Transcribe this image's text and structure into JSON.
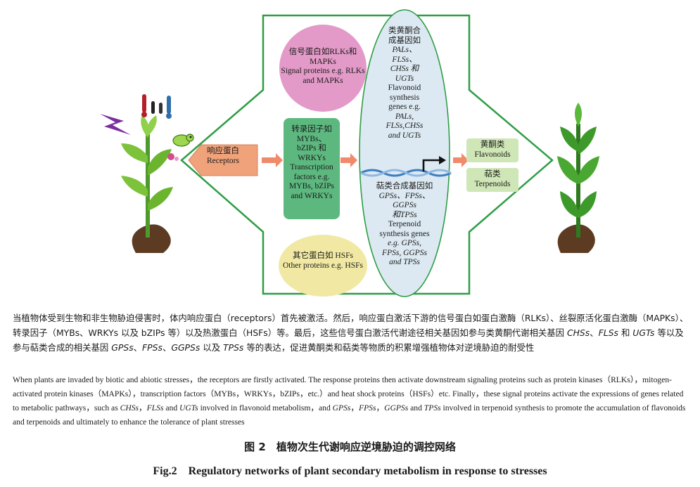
{
  "diagram": {
    "receptors": {
      "zh": "响应蛋白",
      "en": "Receptors"
    },
    "signal": {
      "zh": "信号蛋白如RLKs和",
      "zh2": "MAPKs",
      "en1": "Signal proteins e.g. RLKs",
      "en2": "and MAPKs"
    },
    "tf": {
      "lines": [
        "转录因子如",
        "MYBs、",
        "bZIPs 和",
        "WRKYs",
        "Transcription",
        "factors e.g.",
        "MYBs, bZIPs",
        "and WRKYs"
      ]
    },
    "other": {
      "zh": "其它蛋白如 HSFs",
      "en": "Other proteins e.g. HSFs"
    },
    "flavonoid_genes": {
      "lines": [
        "类黄酮合",
        "成基因如",
        "PALs、",
        "FLSs、",
        "CHSs 和",
        "UGTs",
        "Flavonoid",
        "synthesis",
        "genes e.g.",
        "PALs,",
        "FLSs,CHSs",
        "and UGTs"
      ]
    },
    "terpenoid_genes": {
      "lines": [
        "萜类合成基因如",
        "GPSs、FPSs、",
        "GGPSs",
        "和TPSs",
        "Terpenoid",
        "synthesis genes",
        "e.g. GPSs,",
        "FPSs, GGPSs",
        "and TPSs"
      ]
    },
    "flavonoids": {
      "zh": "黄酮类",
      "en": "Flavonoids"
    },
    "terpenoids": {
      "zh": "萜类",
      "en": "Terpenoids"
    },
    "colors": {
      "green_outline": "#2e9e46",
      "receptor_fill": "#f0a27a",
      "signal_fill": "#e39ac8",
      "tf_fill": "#5db87f",
      "other_fill": "#f1e9a3",
      "ellipse_fill": "#dce9f2",
      "product_fill": "#cfe6b6",
      "arrow_fill": "#ef8a6a"
    },
    "icons": [
      "plant-stressed-icon",
      "lightning-icon",
      "thermometer-icon",
      "insect-icon",
      "pathogen-icon",
      "plant-healthy-icon",
      "dna-icon"
    ]
  },
  "caption": {
    "zh_parts": [
      "当植物体受到生物和非生物胁迫侵害时，体内响应蛋白（receptors）首先被激活。然后，响应蛋白激活下游的信号蛋白如蛋白激酶（RLKs）、丝裂原活化蛋白激酶（MAPKs）、转录因子（MYBs、WRKYs 以及 bZIPs 等）以及热激蛋白（HSFs）等。最后，这些信号蛋白激活代谢途径相关基因如参与类黄酮代谢相关基因 ",
      "CHSs",
      "、",
      "FLSs",
      " 和 ",
      "UGTs",
      " 等以及参与萜类合成的相关基因 ",
      "GPSs",
      "、",
      "FPSs",
      "、",
      "GGPSs",
      " 以及 ",
      "TPSs",
      " 等的表达，促进黄酮类和萜类等物质的积累增强植物体对逆境胁迫的耐受性"
    ],
    "en_parts": [
      "When plants are invaded by biotic and abiotic stresses，the receptors are firstly activated. The response proteins then activate downstream signaling proteins such as protein kinases（RLKs），mitogen-activated protein kinases（MAPKs），transcription factors（MYBs，WRKYs，bZIPs，etc.）and heat shock proteins（HSFs）etc. Finally，these signal proteins activate the expressions of genes related to metabolic pathways，such as ",
      "CHSs",
      "，",
      "FLSs",
      " and ",
      "UGTs",
      " involved in flavonoid metabolism，and ",
      "GPSs",
      "，",
      "FPSs",
      "，",
      "GGPSs",
      " and ",
      "TPSs",
      " involved in terpenoid synthesis to promote the accumulation of flavonoids and terpenoids and ultimately to enhance the tolerance of plant stresses"
    ],
    "fig_zh": "图 2　植物次生代谢响应逆境胁迫的调控网络",
    "fig_en": "Fig.2　Regulatory networks of plant secondary metabolism in response to stresses"
  }
}
